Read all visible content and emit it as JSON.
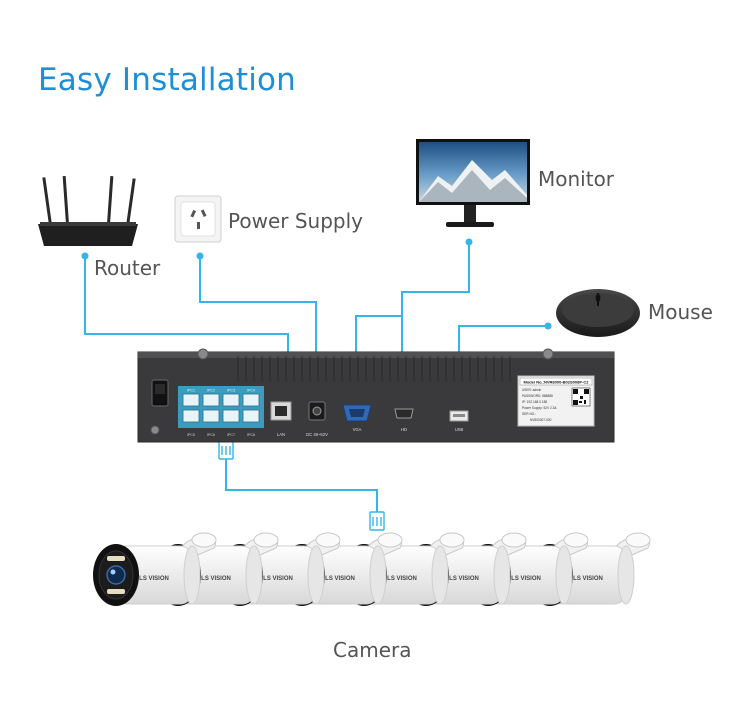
{
  "title": "Easy Installation",
  "devices": {
    "router": "Router",
    "power_supply": "Power Supply",
    "monitor": "Monitor",
    "mouse": "Mouse",
    "camera": "Camera"
  },
  "nvr": {
    "ports": [
      "LAN",
      "DC 48~52V",
      "VGA",
      "HD",
      "USB"
    ],
    "poe_top": [
      "IPC1",
      "IPC2",
      "IPC3",
      "IPC4"
    ],
    "poe_bottom": [
      "IPC5",
      "IPC6",
      "IPC7",
      "IPC8"
    ],
    "model_label": "Model No.:NVR8000-B02S008P-C2",
    "sticker_lines": [
      "USER: admin",
      "PASSWORD: 888888",
      "IP: 192.168.0.188",
      "Power Supply: 52V 2.3A",
      "SER NO.:"
    ],
    "serial": "NV800007-000"
  },
  "camera_brand": "LS VISION",
  "camera_count": 8,
  "colors": {
    "accent": "#1e8fd6",
    "cable": "#35b6e6",
    "nvr_body": "#3a3a3c",
    "poe_port": "#3a9cc0"
  }
}
